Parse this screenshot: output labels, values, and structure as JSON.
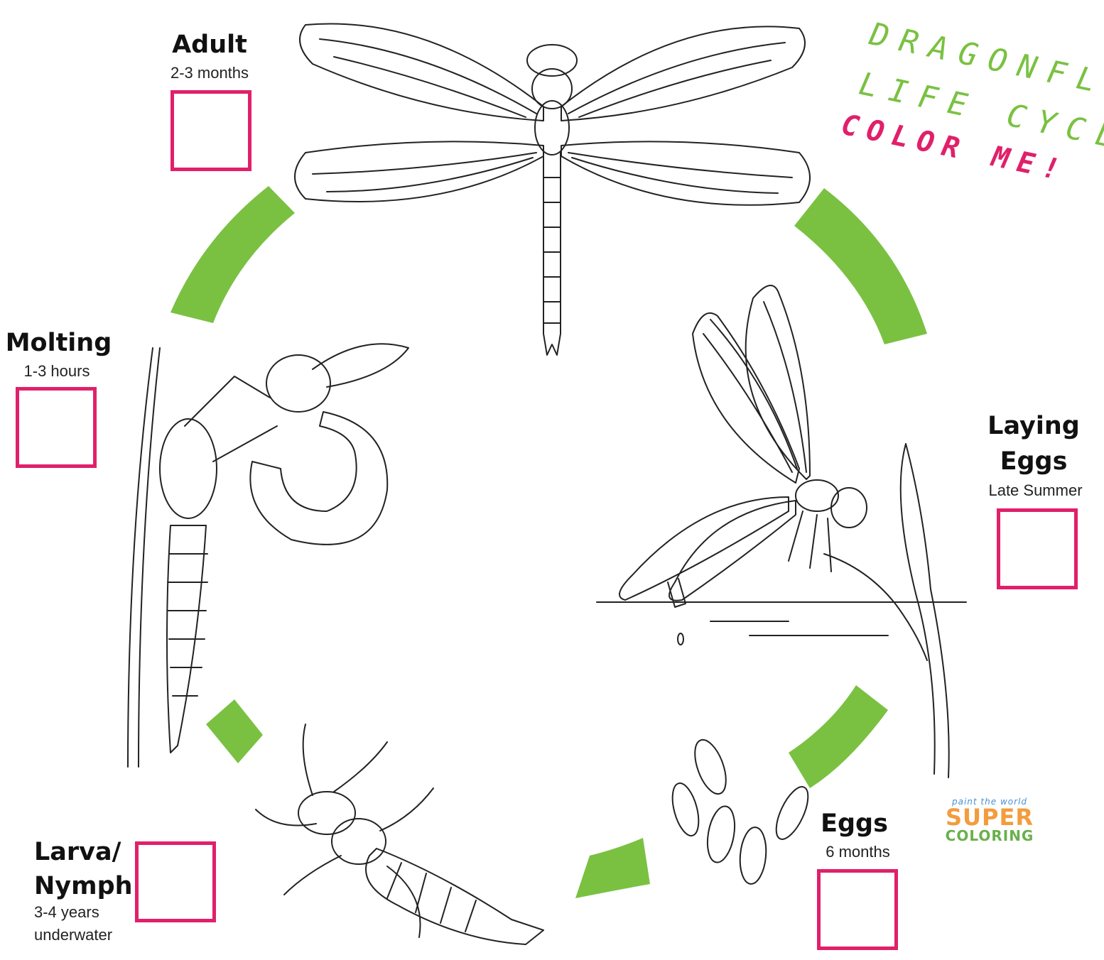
{
  "title": {
    "line1": "DRAGONFLY",
    "line2": "LIFE CYCLE",
    "line3": "COLOR ME!",
    "color_green": "#7ac142",
    "color_pink": "#e0206a"
  },
  "stages": [
    {
      "id": "adult",
      "label": "Adult",
      "duration": "2-3 months"
    },
    {
      "id": "laying-eggs",
      "label_line1": "Laying",
      "label_line2": "Eggs",
      "duration": "Late Summer"
    },
    {
      "id": "eggs",
      "label": "Eggs",
      "duration": "6 months"
    },
    {
      "id": "larva",
      "label_line1": "Larva/",
      "label_line2": "Nymph",
      "duration_line1": "3-4 years",
      "duration_line2": "underwater"
    },
    {
      "id": "molting",
      "label": "Molting",
      "duration": "1-3 hours"
    }
  ],
  "arrow_color": "#7ac142",
  "box_color": "#e0206a",
  "logo": {
    "tagline": "paint the world",
    "word1": "SUPER",
    "word2": "COLORING"
  }
}
